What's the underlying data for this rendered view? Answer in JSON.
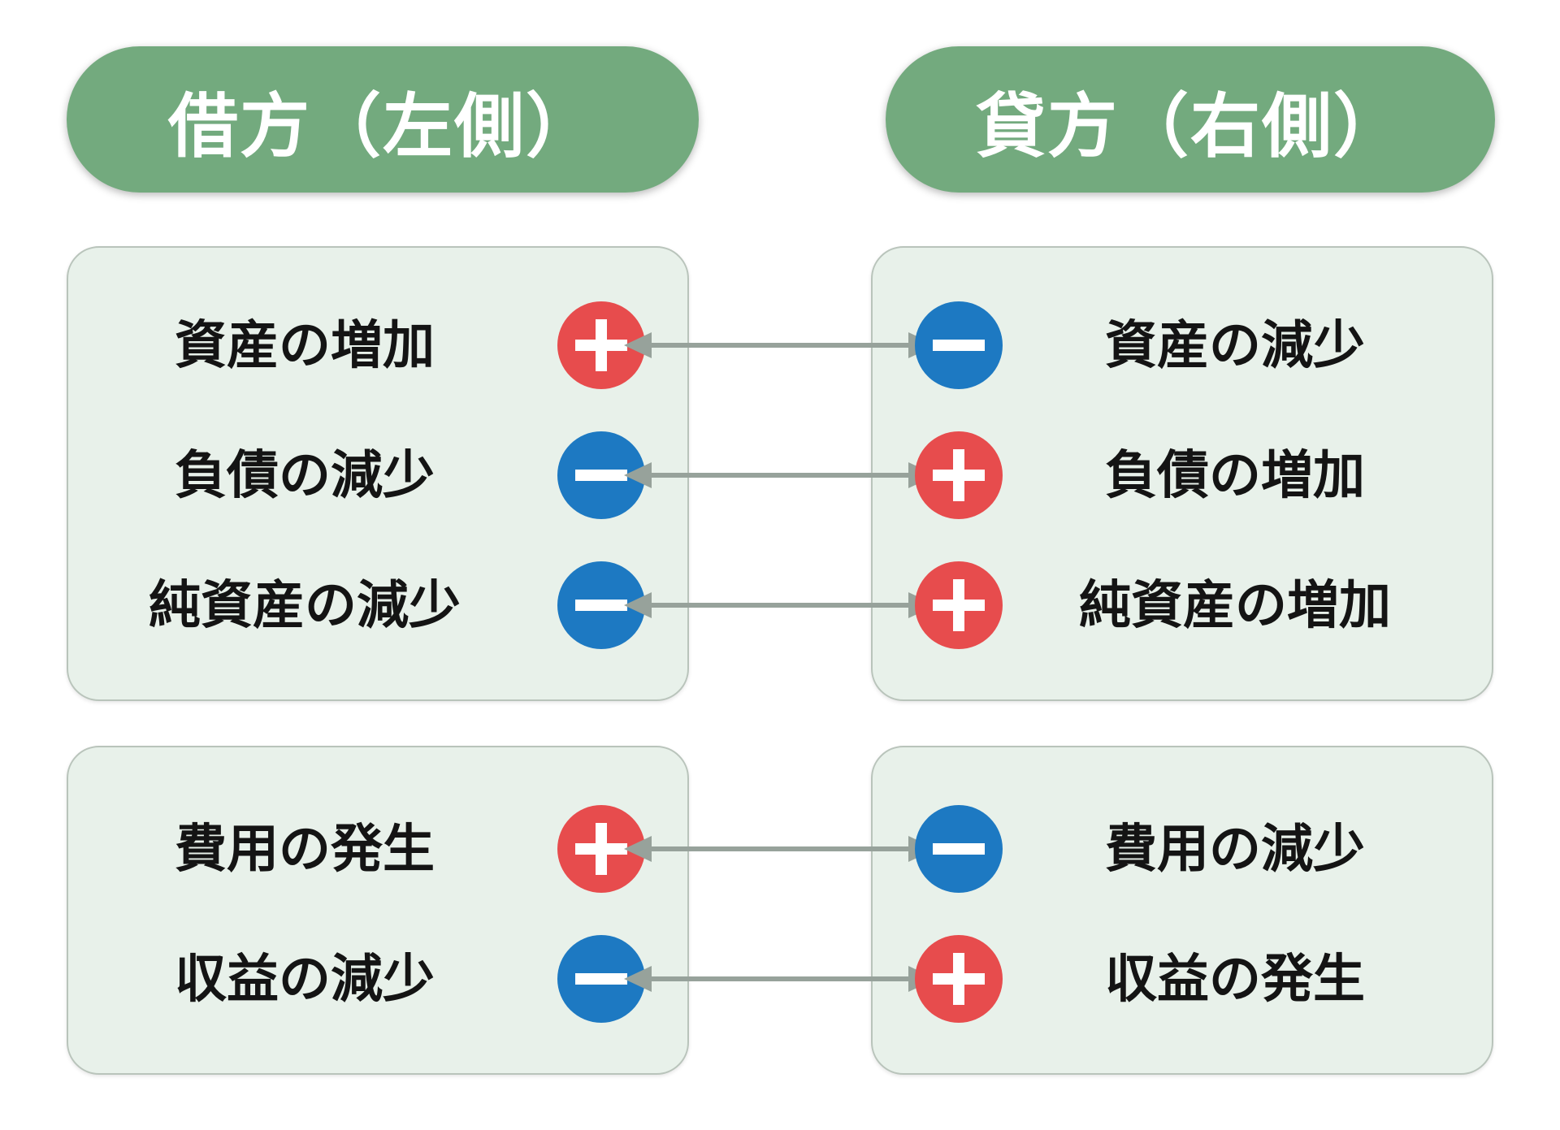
{
  "headers": {
    "debit": "借方（左側）",
    "credit": "貸方（右側）"
  },
  "colors": {
    "green": "#73aa7e",
    "box_bg": "#e8f1ea",
    "box_border": "#b9c4bb",
    "plus": "#e74c4d",
    "minus": "#1d79c2",
    "arrow": "#97a29b",
    "text": "#141414",
    "header_text": "#ffffff"
  },
  "groups": [
    {
      "rows": [
        {
          "left": {
            "label": "資産の増加",
            "sign": "plus"
          },
          "right": {
            "label": "資産の減少",
            "sign": "minus"
          }
        },
        {
          "left": {
            "label": "負債の減少",
            "sign": "minus"
          },
          "right": {
            "label": "負債の増加",
            "sign": "plus"
          }
        },
        {
          "left": {
            "label": "純資産の減少",
            "sign": "minus"
          },
          "right": {
            "label": "純資産の増加",
            "sign": "plus"
          }
        }
      ]
    },
    {
      "rows": [
        {
          "left": {
            "label": "費用の発生",
            "sign": "plus"
          },
          "right": {
            "label": "費用の減少",
            "sign": "minus"
          }
        },
        {
          "left": {
            "label": "収益の減少",
            "sign": "minus"
          },
          "right": {
            "label": "収益の発生",
            "sign": "plus"
          }
        }
      ]
    }
  ]
}
